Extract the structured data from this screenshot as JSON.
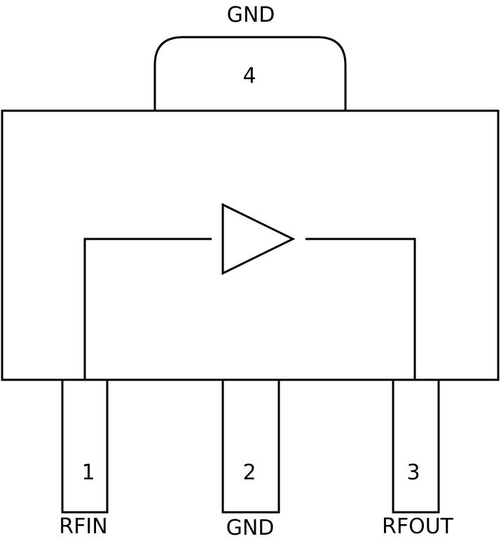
{
  "diagram": {
    "top_label": "GND",
    "pins": [
      {
        "number": "1",
        "name": "RFIN"
      },
      {
        "number": "2",
        "name": "GND"
      },
      {
        "number": "3",
        "name": "RFOUT"
      },
      {
        "number": "4",
        "name": "GND"
      }
    ],
    "stroke_color": "#000000",
    "background_color": "#ffffff",
    "symbol": "amplifier-triangle-icon"
  }
}
